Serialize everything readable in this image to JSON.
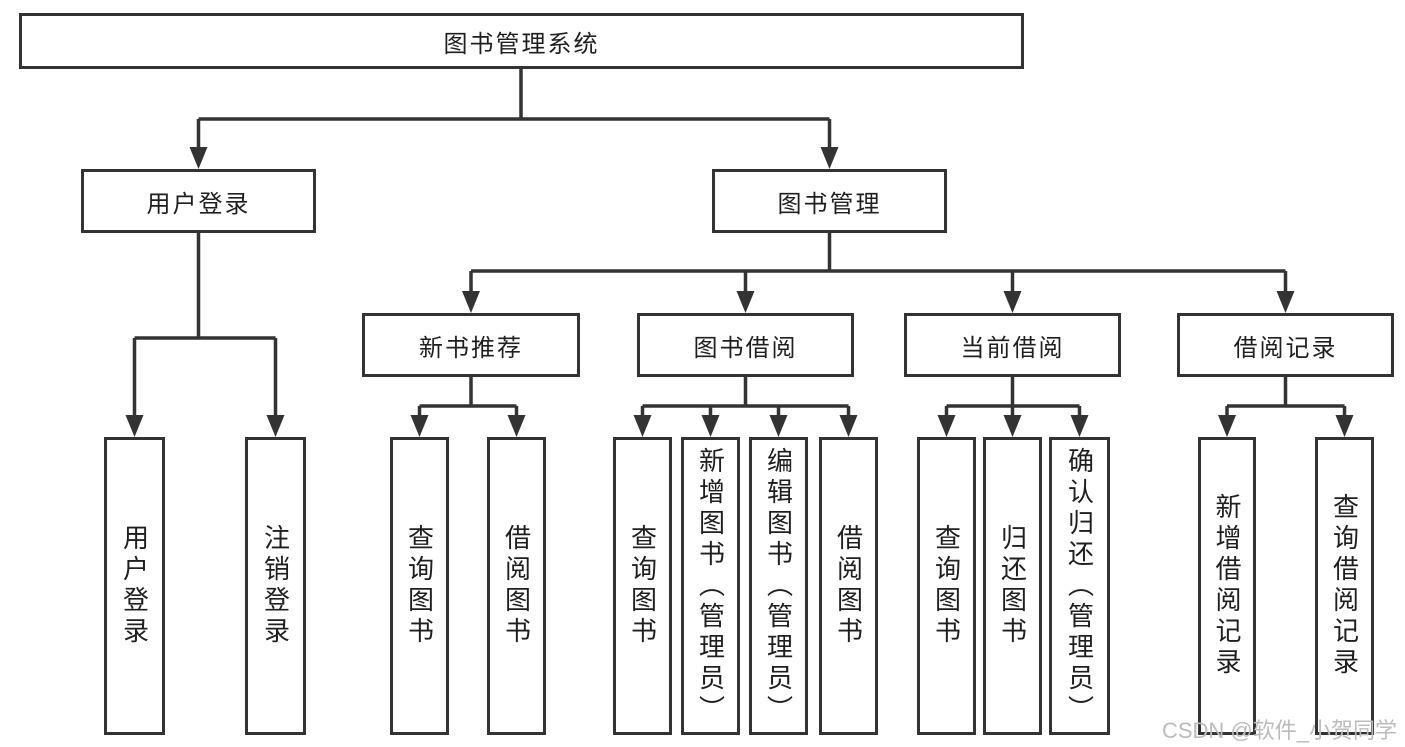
{
  "watermark": {
    "text": "CSDN @软件_小贺同学"
  },
  "colors": {
    "line": "#333333",
    "text": "#1f1f1f",
    "box_background": "#ffffff",
    "watermark": "#bcbcbc"
  },
  "tree": {
    "root": "图书管理系统",
    "level2": [
      {
        "label": "用户登录",
        "children": [
          "用户登录",
          "注销登录"
        ]
      },
      {
        "label": "图书管理"
      }
    ],
    "level3": [
      {
        "label": "新书推荐",
        "children": [
          "查询图书",
          "借阅图书"
        ]
      },
      {
        "label": "图书借阅",
        "children": [
          "查询图书",
          "新增图书（管理员）",
          "编辑图书（管理员）",
          "借阅图书"
        ]
      },
      {
        "label": "当前借阅",
        "children": [
          "查询图书",
          "归还图书",
          "确认归还（管理员）"
        ]
      },
      {
        "label": "借阅记录",
        "children": [
          "新增借阅记录",
          "查询借阅记录"
        ]
      }
    ]
  }
}
